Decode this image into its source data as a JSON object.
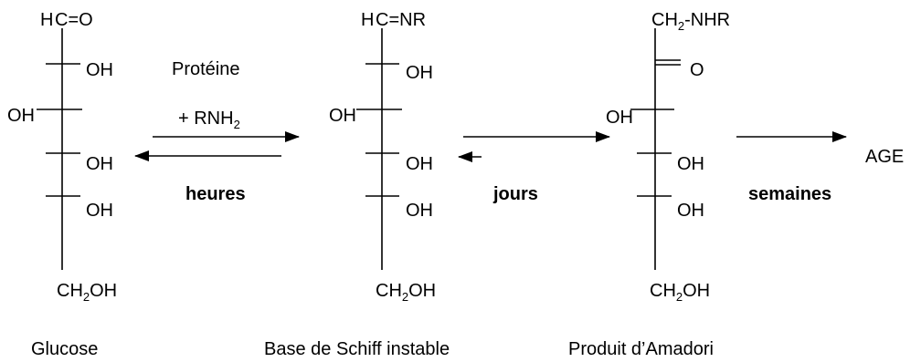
{
  "glucose": {
    "top_a": "H",
    "top_b": "C=O",
    "oh1": "OH",
    "oh2": "OH",
    "oh3": "OH",
    "oh4": "OH",
    "bottom_a": "CH",
    "bottom_sub": "2",
    "bottom_b": "OH",
    "caption": "Glucose"
  },
  "reaction1": {
    "reagent_top": "Protéine",
    "reagent_plus": "+  RNH",
    "reagent_sub": "2",
    "time_label": "heures"
  },
  "schiff": {
    "top_a": "H",
    "top_b": "C=NR",
    "oh1": "OH",
    "oh2": "OH",
    "oh3": "OH",
    "oh4": "OH",
    "bottom_a": "CH",
    "bottom_sub": "2",
    "bottom_b": "OH",
    "caption": "Base de Schiff instable"
  },
  "reaction2": {
    "time_label": "jours"
  },
  "amadori": {
    "top_a": "CH",
    "top_sub": "2",
    "top_b": "-NHR",
    "keto": "O",
    "oh2": "OH",
    "oh3": "OH",
    "oh4": "OH",
    "bottom_a": "CH",
    "bottom_sub": "2",
    "bottom_b": "OH",
    "caption": "Produit d’Amadori"
  },
  "reaction3": {
    "time_label": "semaines",
    "product": "AGE"
  }
}
